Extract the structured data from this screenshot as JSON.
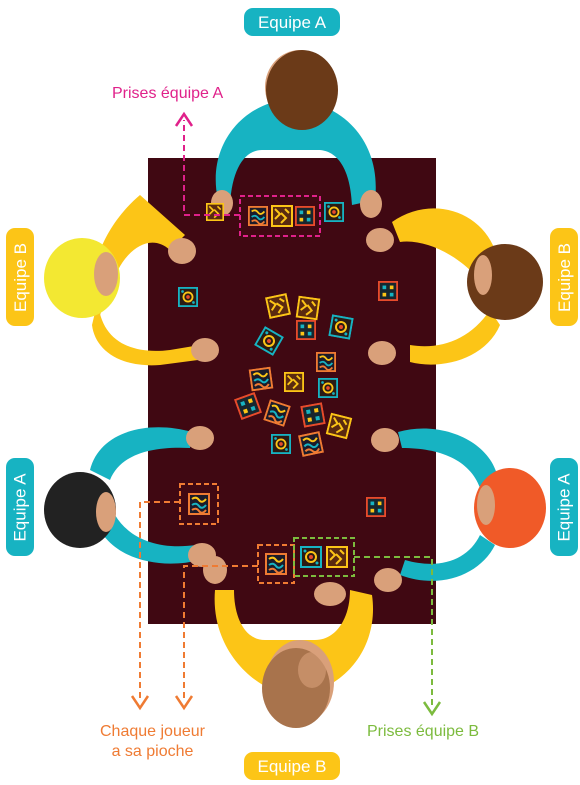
{
  "labels": {
    "top": "Equipe A",
    "bottom": "Equipe B",
    "left_upper": "Equipe B",
    "left_lower": "Equipe A",
    "right_upper": "Equipe B",
    "right_lower": "Equipe A"
  },
  "annotations": {
    "prises_a": "Prises équipe A",
    "pioche_line1": "Chaque joueur",
    "pioche_line2": "a sa pioche",
    "prises_b": "Prises équipe B"
  },
  "colors": {
    "table": "#400812",
    "team_a": "#17b3c2",
    "team_b": "#fcc517",
    "skin": "#d9a07a",
    "prises_a": "#e0218a",
    "pioche": "#ef7b33",
    "prises_b": "#7cbb3e"
  },
  "icons": [
    "card-icon",
    "player-icon"
  ]
}
